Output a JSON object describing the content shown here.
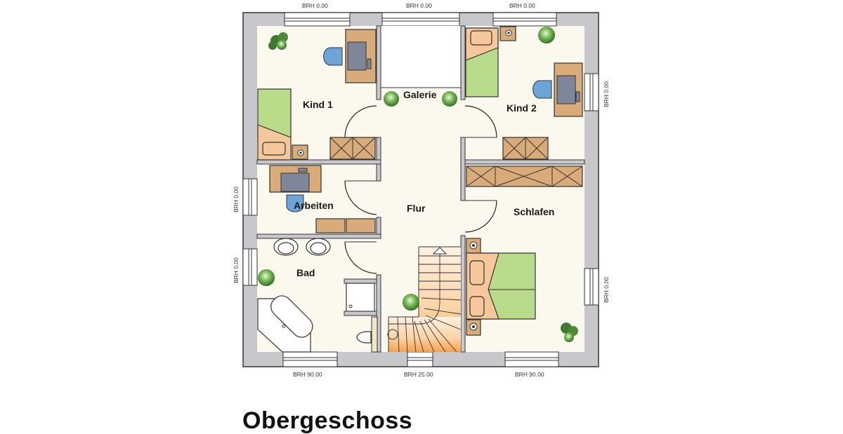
{
  "plan": {
    "title": "Obergeschoss",
    "rooms": [
      {
        "id": "kind1",
        "label": "Kind 1"
      },
      {
        "id": "galerie",
        "label": "Galerie"
      },
      {
        "id": "kind2",
        "label": "Kind 2"
      },
      {
        "id": "arbeiten",
        "label": "Arbeiten"
      },
      {
        "id": "flur",
        "label": "Flur"
      },
      {
        "id": "schlafen",
        "label": "Schlafen"
      },
      {
        "id": "bad",
        "label": "Bad"
      }
    ],
    "window_labels": {
      "top_left": "BRH 0.00",
      "top_center": "BRH 0.00",
      "top_right": "BRH 0.00",
      "right_upper": "BRH 0.00",
      "right_lower": "BRH 0.00",
      "left_upper": "BRH 0.00",
      "left_lower": "BRH 0.00",
      "bottom_left": "BRH 90.00",
      "bottom_center": "BRH 25.00",
      "bottom_right": "BRH 90.00"
    },
    "colors": {
      "wall": "#c8c8cc",
      "floor": "#fbf8ee",
      "bed_green": "#b8dc8a",
      "furniture_wood": "#d8ab78",
      "stairs": "#f8b46a",
      "chair_blue": "#6ea5d8"
    }
  }
}
